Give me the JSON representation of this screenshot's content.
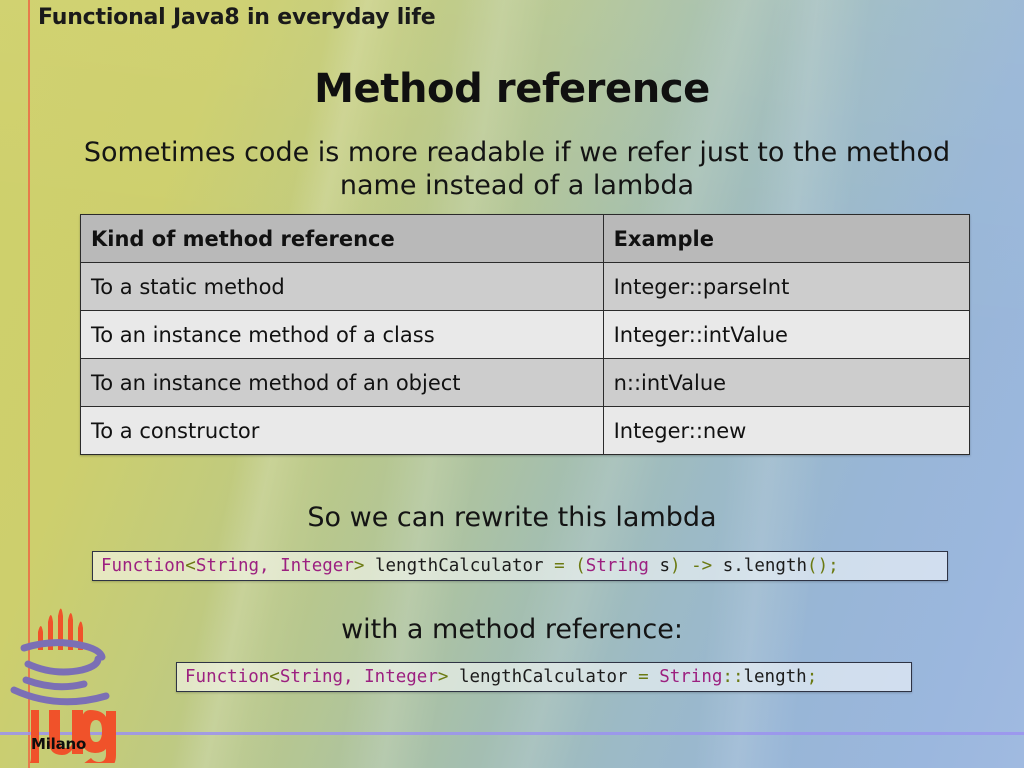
{
  "slide": {
    "header": "Functional Java8 in everyday life",
    "title": "Method reference",
    "lead": "Sometimes code is more readable if we refer just to the method name instead of a lambda",
    "caption_before_lambda": "So we can rewrite this lambda",
    "caption_before_reference": "with a method reference:"
  },
  "table": {
    "headers": [
      "Kind of method reference",
      "Example"
    ],
    "rows": [
      {
        "kind": "To a static method",
        "example": "Integer::parseInt"
      },
      {
        "kind": "To an instance method of a class",
        "example": "Integer::intValue"
      },
      {
        "kind": "To an instance method of an object",
        "example": "n::intValue"
      },
      {
        "kind": "To a constructor",
        "example": "Integer::new"
      }
    ]
  },
  "code_blocks": [
    {
      "plain": "Function<String, Integer> lengthCalculator = (String s) -> s.length();",
      "tokens": [
        {
          "text": "Function",
          "kind": "type"
        },
        {
          "text": "<",
          "kind": "punct"
        },
        {
          "text": "String, Integer",
          "kind": "type"
        },
        {
          "text": ">",
          "kind": "punct"
        },
        {
          "text": " lengthCalculator ",
          "kind": "ident"
        },
        {
          "text": "=",
          "kind": "punct"
        },
        {
          "text": " ",
          "kind": "ident"
        },
        {
          "text": "(",
          "kind": "punct"
        },
        {
          "text": "String",
          "kind": "type"
        },
        {
          "text": " s",
          "kind": "ident"
        },
        {
          "text": ")",
          "kind": "punct"
        },
        {
          "text": " ",
          "kind": "ident"
        },
        {
          "text": "->",
          "kind": "punct"
        },
        {
          "text": " s.length",
          "kind": "ident"
        },
        {
          "text": "();",
          "kind": "punct"
        }
      ]
    },
    {
      "plain": "Function<String, Integer> lengthCalculator = String::length;",
      "tokens": [
        {
          "text": "Function",
          "kind": "type"
        },
        {
          "text": "<",
          "kind": "punct"
        },
        {
          "text": "String, Integer",
          "kind": "type"
        },
        {
          "text": ">",
          "kind": "punct"
        },
        {
          "text": " lengthCalculator ",
          "kind": "ident"
        },
        {
          "text": "=",
          "kind": "punct"
        },
        {
          "text": " ",
          "kind": "ident"
        },
        {
          "text": "String",
          "kind": "type"
        },
        {
          "text": "::",
          "kind": "punct"
        },
        {
          "text": "length",
          "kind": "ident"
        },
        {
          "text": ";",
          "kind": "punct"
        }
      ]
    }
  ],
  "logo": {
    "wordmark": "jug",
    "city": "Milano",
    "colors": {
      "steam": "#f0522a",
      "cup": "#7b6fb5",
      "wordmark": "#f0522a",
      "city": "#0e0e0e"
    }
  },
  "theme": {
    "bg_left": "#cfd06b",
    "bg_right": "#9bb7de",
    "vertical_rule": "#e8764a",
    "horizontal_rule": "#9b92f0",
    "table_header_bg": "#b9b9b9",
    "table_row_odd_bg": "#cdcdcd",
    "table_row_even_bg": "#e9e9e9",
    "code_type": "#9c2080",
    "code_punct": "#6b7a12",
    "code_ident": "#1b1b1b"
  }
}
